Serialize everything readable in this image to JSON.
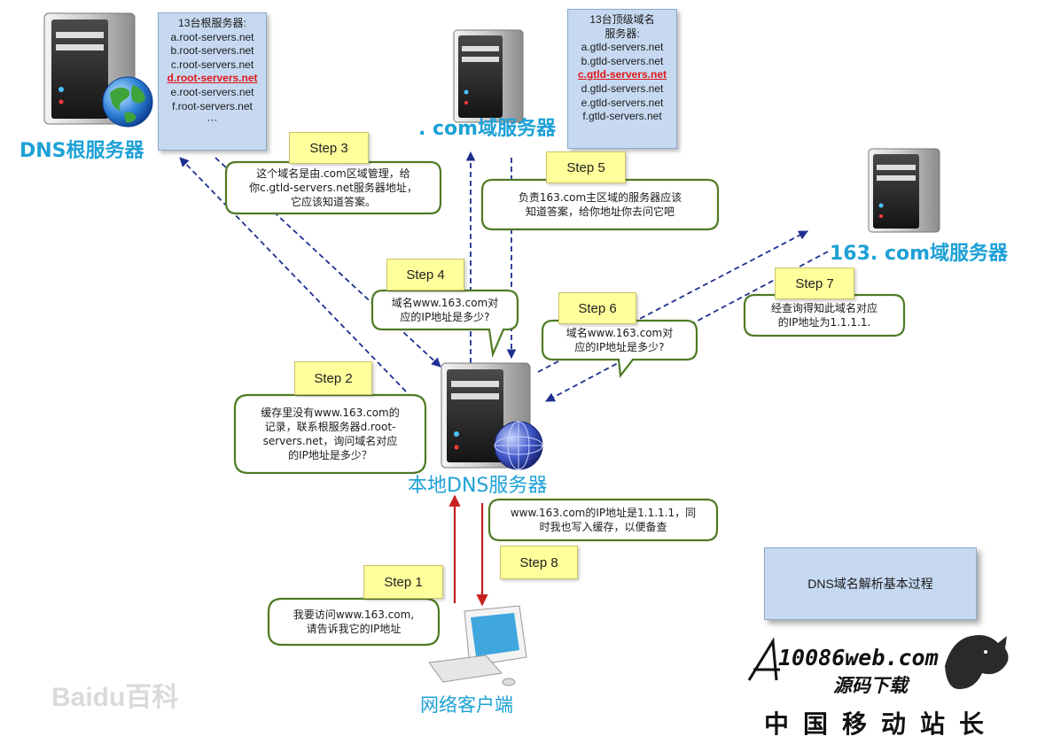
{
  "labels": {
    "root_server": "DNS根服务器",
    "com_server": ". com域服务器",
    "s163_server": "163. com域服务器",
    "local_dns": "本地DNS服务器",
    "client": "网络客户端"
  },
  "root_list": {
    "heading": "13台根服务器:",
    "items": [
      "a.root-servers.net",
      "b.root-servers.net",
      "c.root-servers.net",
      "d.root-servers.net",
      "e.root-servers.net",
      "f.root-servers.net",
      "···"
    ],
    "highlight": "d.root-servers.net"
  },
  "gtld_list": {
    "heading_1": "13台顶级域名",
    "heading_2": "服务器:",
    "items": [
      "a.gtld-servers.net",
      "b.gtld-servers.net",
      "c.gtld-servers.net",
      "d.gtld-servers.net",
      "e.gtld-servers.net",
      "f.gtld-servers.net"
    ],
    "highlight": "c.gtld-servers.net"
  },
  "steps": {
    "s1": "Step 1",
    "s2": "Step 2",
    "s3": "Step 3",
    "s4": "Step 4",
    "s5": "Step 5",
    "s6": "Step 6",
    "s7": "Step 7",
    "s8": "Step 8"
  },
  "bubbles": {
    "b1": "我要访问www.163.com,\n请告诉我它的IP地址",
    "b2": "缓存里没有www.163.com的\n记录，联系根服务器d.root-\nservers.net，询问域名对应\n的IP地址是多少？",
    "b3": "这个域名是由.com区域管理，给\n你c.gtld-servers.net服务器地址，\n它应该知道答案。",
    "b4": "域名www.163.com对\n应的IP地址是多少?",
    "b5": "负责163.com主区域的服务器应该\n知道答案，给你地址你去问它吧",
    "b6": "域名www.163.com对\n应的IP地址是多少?",
    "b7": "经查询得知此域名对应\n的IP地址为1.1.1.1.",
    "b8": "www.163.com的IP地址是1.1.1.1，同\n时我也写入缓存，以便备查"
  },
  "title": "DNS域名解析基本过程",
  "watermark": {
    "site": "10086web.com",
    "site_sub": "源码下载",
    "cn": "中国移动站长",
    "baidu": "Baidu百科"
  },
  "colors": {
    "label_blue": "#1ea1d6",
    "arrow_blue": "#1f2f8f",
    "arrow_red": "#c8201e",
    "bubble_green": "#4f7a24",
    "step_yellow": "#ffff9c",
    "box_blue": "#c6d9f1"
  }
}
